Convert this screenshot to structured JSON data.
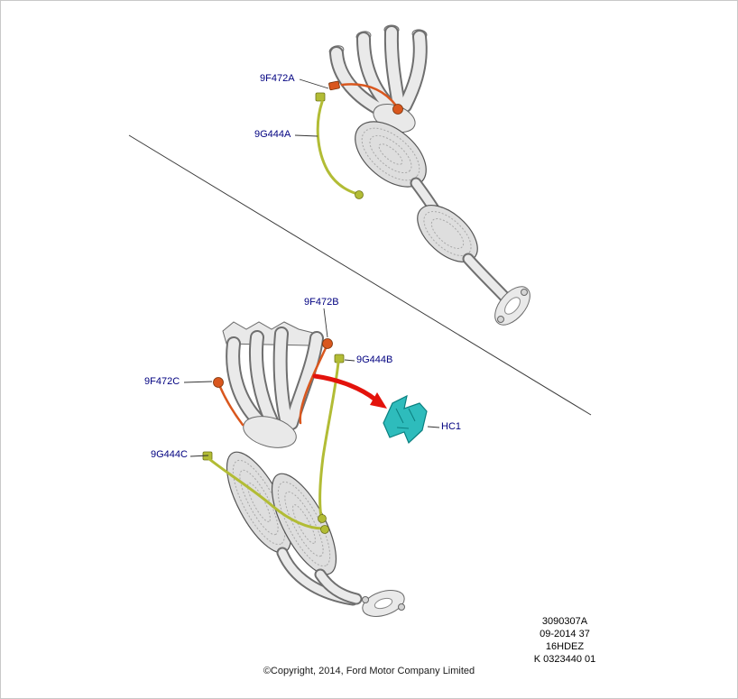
{
  "callouts": {
    "sensor_a": "9F472A",
    "harness_a": "9G444A",
    "sensor_b": "9F472B",
    "harness_b": "9G444B",
    "sensor_c": "9F472C",
    "harness_c": "9G444C",
    "bracket": "HC1"
  },
  "footer": {
    "copyright": "©Copyright, 2014, Ford Motor Company Limited"
  },
  "stamp": {
    "line1": "3090307A",
    "line2": "09-2014 37",
    "line3": "16HDEZ",
    "line4": "K 0323440 01"
  },
  "colors": {
    "callout_text": "#000080",
    "sensor_orange": "#d9571e",
    "harness_green": "#b2bc35",
    "bracket_teal": "#2ebcbc",
    "arrow_red": "#e3120b",
    "leader_line": "#333333",
    "part_outline": "#5a5a5a",
    "part_fill": "#e9e9e9"
  }
}
